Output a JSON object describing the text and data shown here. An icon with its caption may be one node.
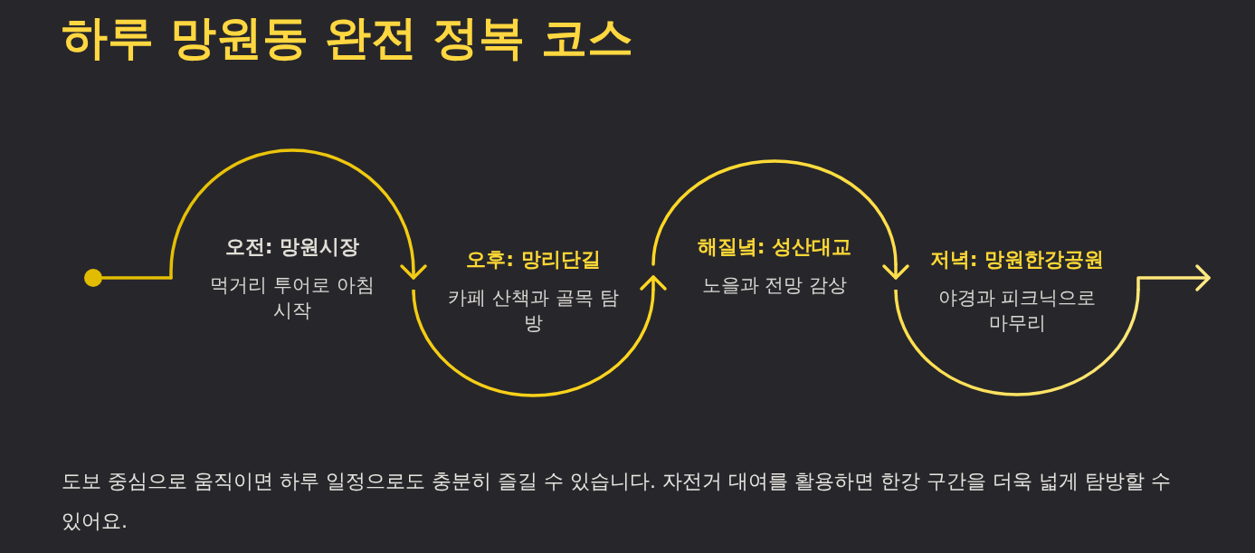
{
  "diagram": {
    "title": "하루 망원동 완전 정복 코스",
    "nodes": [
      {
        "text": [],
        "shape": "circle"
      },
      {
        "text": [
          "오전: 망원시장",
          "먹거리 투어로 아침 시작"
        ]
      },
      {
        "text": [
          "오후: 망리단길",
          "카페 산책과 골목 탐방"
        ]
      },
      {
        "text": [
          "해질녘: 성산대교",
          "노을과 전망 감상"
        ]
      },
      {
        "text": [
          "저녁: 망원한강공원",
          "야경과 피크닉으로 마무리"
        ]
      }
    ],
    "edges": [
      {
        "from": 0,
        "to": 1,
        "arrow": "none"
      },
      {
        "from": 1,
        "to": 2,
        "arrow": "to"
      },
      {
        "from": 2,
        "to": 3,
        "arrow": "to"
      },
      {
        "from": 3,
        "to": 4,
        "arrow": "to"
      },
      {
        "from": 4,
        "to": null,
        "arrow": "to"
      }
    ],
    "caption": "도보 중심으로 움직이면 하루 일정으로도 충분히 즐길 수 있습니다. 자전거 대여를 활용하면 한강 구간을 더욱 넓게 탐방할 수 있어요."
  }
}
